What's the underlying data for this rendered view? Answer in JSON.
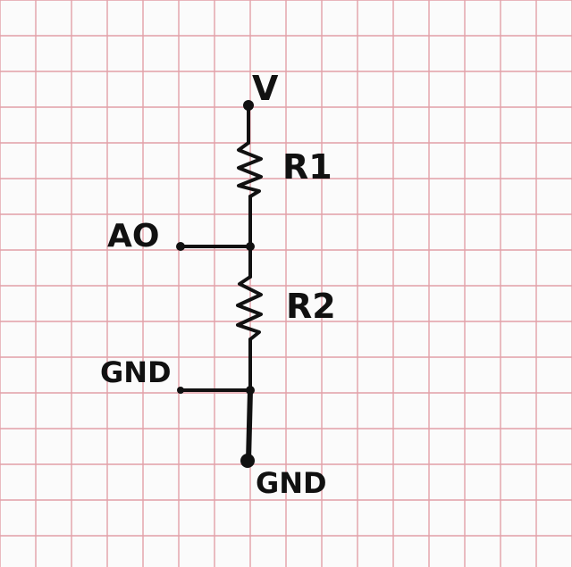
{
  "labels": {
    "supply": "V",
    "r1": "R1",
    "analog_out": "AO",
    "r2": "R2",
    "gnd_left": "GND",
    "gnd_bottom": "GND"
  },
  "colors": {
    "paper": "#fbfbfb",
    "grid": "#e2a0a8",
    "ink": "#111111"
  }
}
